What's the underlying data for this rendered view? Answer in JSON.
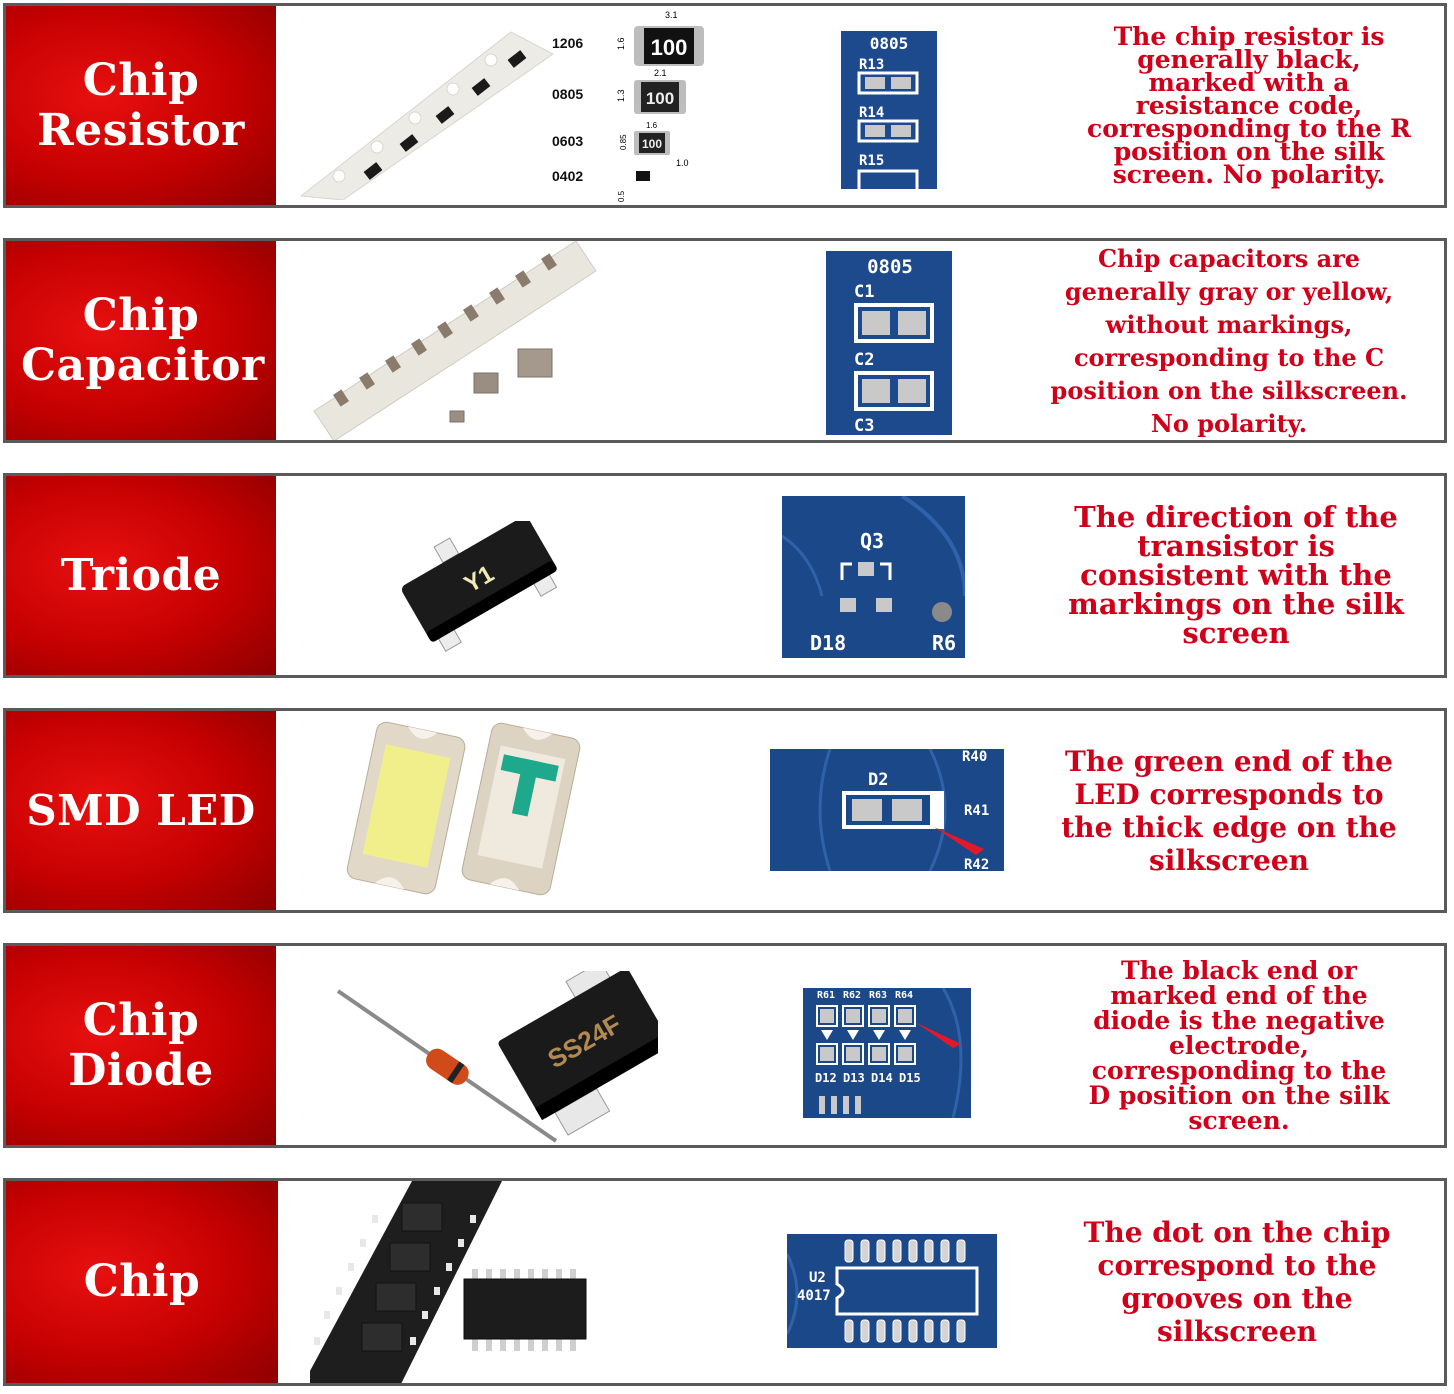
{
  "rows": [
    {
      "label": "Chip Resistor",
      "description": "The chip resistor is generally black, marked with a resistance code, corresponding to the R position on the silk screen. No polarity.",
      "package_sizes": [
        {
          "code": "1206",
          "marking": "100",
          "length": "3.1",
          "height": "1.6"
        },
        {
          "code": "0805",
          "marking": "100",
          "length": "2.1",
          "height": "1.3"
        },
        {
          "code": "0603",
          "marking": "100",
          "length": "1.6",
          "height": "0.85"
        },
        {
          "code": "0402",
          "marking": "",
          "length": "1.0",
          "height": "0.5"
        }
      ],
      "silkscreen": {
        "title": "0805",
        "labels": [
          "R13",
          "R14",
          "R15"
        ]
      }
    },
    {
      "label": "Chip Capacitor",
      "description": "Chip capacitors are generally gray or yellow, without markings, corresponding to the C position on the silkscreen. No polarity.",
      "silkscreen": {
        "title": "0805",
        "labels": [
          "C1",
          "C2",
          "C3"
        ]
      }
    },
    {
      "label": "Triode",
      "description": "The direction of the transistor is consistent with the markings on the silk screen",
      "component_marking": "Y1",
      "silkscreen": {
        "labels": [
          "Q3",
          "D18",
          "R6"
        ]
      }
    },
    {
      "label": "SMD LED",
      "description": "The green end of the LED corresponds to the thick edge on the silkscreen",
      "silkscreen": {
        "labels": [
          "D2",
          "R40",
          "R41",
          "R42"
        ]
      }
    },
    {
      "label": "Chip Diode",
      "description": "The black end or marked end of the diode is the negative electrode, corresponding to the D position on the silk screen.",
      "component_marking": "SS24F",
      "silkscreen": {
        "labels": [
          "R61",
          "R62",
          "R63",
          "R64",
          "D12",
          "D13",
          "D14",
          "D15"
        ]
      }
    },
    {
      "label": "Chip",
      "description": "The dot on the chip correspond to the grooves on the silkscreen",
      "silkscreen": {
        "labels": [
          "U2",
          "4017"
        ]
      }
    }
  ],
  "colors": {
    "label_red": "#c40000",
    "description_red": "#d0001a",
    "pcb_blue": "#1d4a8c",
    "frame_gray": "#5a5a5a"
  }
}
